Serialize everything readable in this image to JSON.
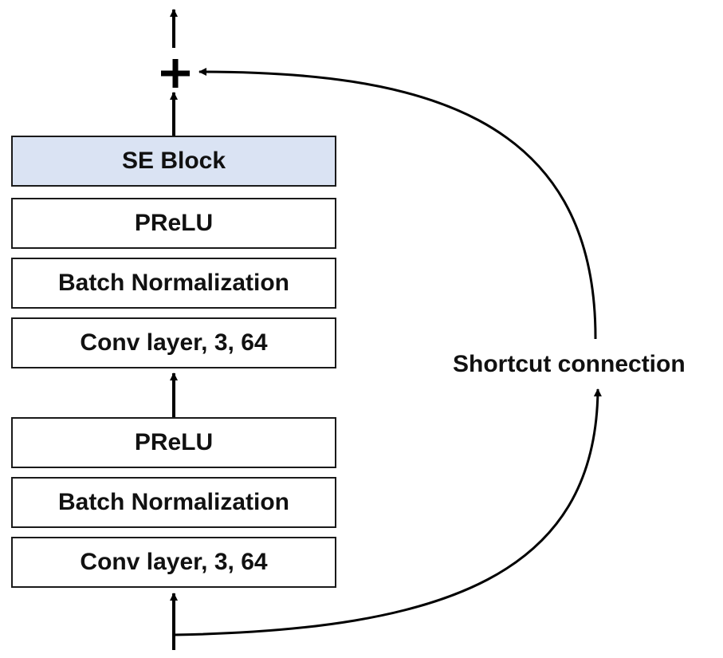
{
  "diagram": {
    "blocks": [
      {
        "label": "SE Block",
        "fill": "#dae3f3"
      },
      {
        "label": "PReLU",
        "fill": "#ffffff"
      },
      {
        "label": "Batch Normalization",
        "fill": "#ffffff"
      },
      {
        "label": "Conv layer, 3, 64",
        "fill": "#ffffff"
      },
      {
        "label": "PReLU",
        "fill": "#ffffff"
      },
      {
        "label": "Batch Normalization",
        "fill": "#ffffff"
      },
      {
        "label": "Conv layer, 3, 64",
        "fill": "#ffffff"
      }
    ],
    "sum_symbol": "+",
    "shortcut_label": "Shortcut connection",
    "line_color": "#000000"
  }
}
